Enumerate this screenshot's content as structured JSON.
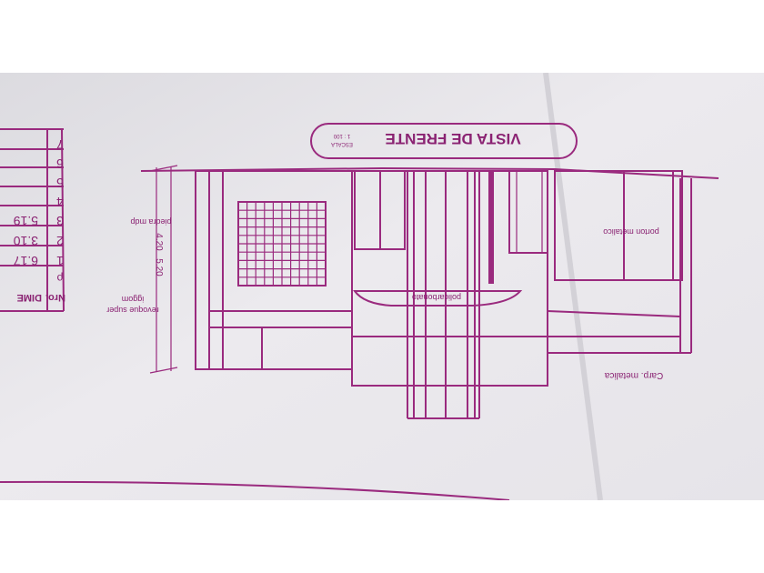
{
  "title_box": {
    "title": "VISTA DE FRENTE",
    "scale_label": "ESCALA",
    "scale_value": "1 : 100"
  },
  "table": {
    "header_nro": "Nro.",
    "header_dim": "DIME",
    "header_rho": "ρ",
    "rows": [
      {
        "n": "1",
        "v": "6.17"
      },
      {
        "n": "2",
        "v": "3.10"
      },
      {
        "n": "3",
        "v": "5.19"
      },
      {
        "n": "4",
        "v": ""
      },
      {
        "n": "5",
        "v": ""
      },
      {
        "n": "6",
        "v": ""
      },
      {
        "n": "7",
        "v": ""
      }
    ]
  },
  "labels": {
    "piedra": "piedra mdp",
    "dim_420": "4.20",
    "dim_520": "5.20",
    "revoque_1": "revoque super",
    "revoque_2": "iggom",
    "policarbonato": "policarbonato",
    "porton": "porton metalico",
    "carp": "Carp. metalica"
  },
  "colors": {
    "ink": "#9a2a7e",
    "paper": "#e8e6ea",
    "band": "#ffffff"
  }
}
